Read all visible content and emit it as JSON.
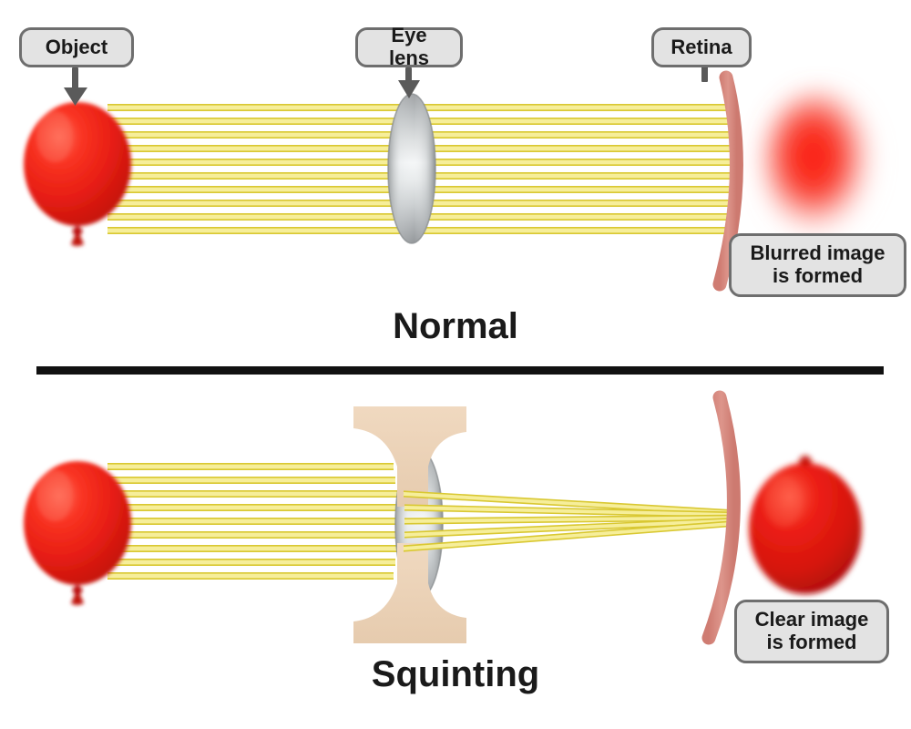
{
  "diagram": {
    "title_top": "Normal",
    "title_bottom": "Squinting",
    "labels": {
      "object": "Object",
      "eye_lens": "Eye lens",
      "retina": "Retina",
      "blurred": "Blurred image\nis formed",
      "clear": "Clear image\nis formed"
    },
    "colors": {
      "ray": "#f2e35c",
      "ray_core": "#fbf6b8",
      "ray_edge": "#d4c32e",
      "balloon": "#ee2222",
      "balloon_dark": "#b81414",
      "retina": "#d98b80",
      "lens": "#b9bcbe",
      "lens_highlight": "#f2f4f5",
      "eyelid_skin": "#edd4b8",
      "chip_fill": "#e3e3e3",
      "chip_border": "#6e6e6e",
      "arrow": "#5a5a5a",
      "divider": "#111111",
      "text": "#1a1a1a"
    },
    "panels": [
      {
        "name": "normal",
        "caption": "Normal",
        "object": "balloon",
        "lens_shape": "biconvex-ellipse",
        "ray_count": 10,
        "ray_behavior": "parallel-through-lens",
        "image_on_retina": "blurred",
        "eyelids": false
      },
      {
        "name": "squinting",
        "caption": "Squinting",
        "object": "balloon",
        "lens_shape": "biconvex-ellipse",
        "ray_count": 10,
        "ray_behavior": "narrow-aperture-converging",
        "image_on_retina": "clear",
        "eyelids": true
      }
    ]
  }
}
